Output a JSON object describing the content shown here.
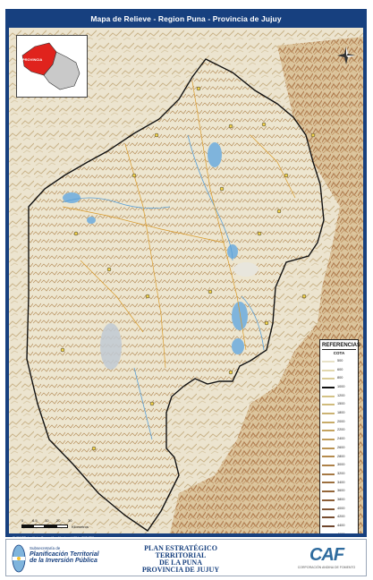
{
  "map": {
    "title": "Mapa de Relieve - Region Puna - Provincia de Jujuy",
    "inset_label": "PROVINCIA",
    "north_label": "N"
  },
  "legend": {
    "title": "REFERENCIAS",
    "subtitle": "COTA",
    "items": [
      {
        "value": "500",
        "color": "#e8e2c8"
      },
      {
        "value": "600",
        "color": "#e2d8ae"
      },
      {
        "value": "800",
        "color": "#d9cb96"
      },
      {
        "value": "1000",
        "color": "#111111"
      },
      {
        "value": "1200",
        "color": "#d4c285"
      },
      {
        "value": "1500",
        "color": "#d0bb7c"
      },
      {
        "value": "1800",
        "color": "#cbb272"
      },
      {
        "value": "2000",
        "color": "#c8ab68"
      },
      {
        "value": "2200",
        "color": "#c4a35f"
      },
      {
        "value": "2400",
        "color": "#bf9b58"
      },
      {
        "value": "2600",
        "color": "#ba9352"
      },
      {
        "value": "2800",
        "color": "#b58b4d"
      },
      {
        "value": "3000",
        "color": "#ad8148"
      },
      {
        "value": "3200",
        "color": "#a57843"
      },
      {
        "value": "3400",
        "color": "#9c6f3e"
      },
      {
        "value": "3600",
        "color": "#93663a"
      },
      {
        "value": "3800",
        "color": "#8a5d36"
      },
      {
        "value": "4000",
        "color": "#815533"
      },
      {
        "value": "4200",
        "color": "#784d30"
      },
      {
        "value": "4400",
        "color": "#6f462d"
      },
      {
        "value": "4600",
        "color": "#663f2a"
      },
      {
        "value": "5000",
        "color": "#5c3827"
      },
      {
        "value": "5500",
        "color": "#523124"
      }
    ]
  },
  "scale": {
    "labels": [
      "0",
      "6.5",
      "10",
      "20",
      "30"
    ],
    "unit": "Kilometros"
  },
  "source": "FUENTE: Instituto Geográfico Nacional IGN - SIG 250",
  "footer": {
    "ministry_line1": "Subsecretaría de",
    "ministry_line2": "Planificación Territorial",
    "ministry_line3": "de la Inversión Pública",
    "plan_line1": "PLAN ESTRATÉGICO TERRITORIAL",
    "plan_line2": "DE LA PUNA",
    "plan_line3": "PROVINCIA DE JUJUY",
    "caf_name": "CAF",
    "caf_subtitle": "CORPORACIÓN ANDINA DE FOMENTO"
  },
  "colors": {
    "frame_blue": "#17407f",
    "province_red": "#e0231d",
    "lake_blue": "#7fb4dc",
    "terrain": "#ece4cf"
  },
  "icons": {
    "north_arrow": "compass-rose-icon",
    "ministry_logo": "argentina-shield-icon"
  }
}
